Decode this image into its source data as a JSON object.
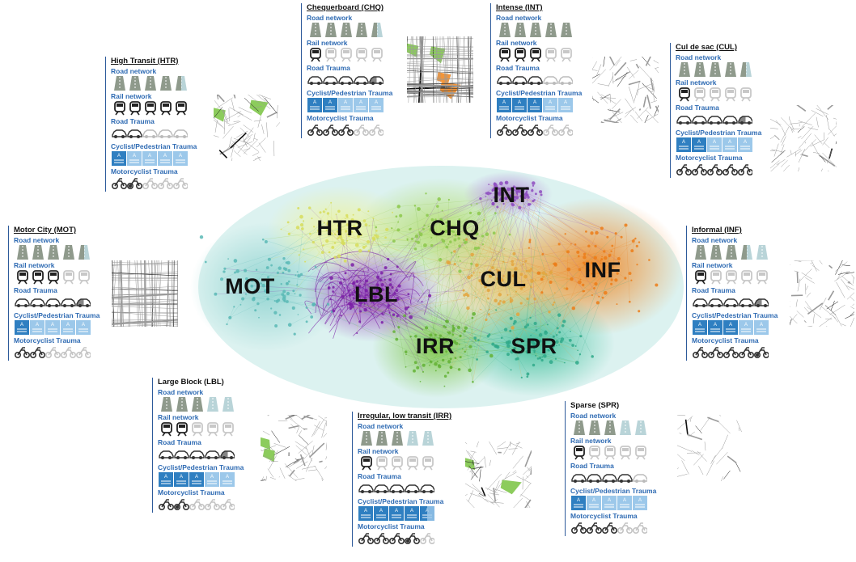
{
  "colors": {
    "accent_blue": "#2f6bb3",
    "panel_rule": "#2d5a9a",
    "road_dark": "#8f9a8c",
    "road_light": "#b9d4d8",
    "rail_dark": "#222222",
    "rail_light": "#c8c8c8",
    "car_dark": "#333333",
    "car_light": "#bbbbbb",
    "ped_dark": "#2f7fc1",
    "ped_light": "#9cc8ea",
    "moto_dark": "#333333",
    "moto_light": "#c4c4c4",
    "cluster_MOT": "#8fd3d0",
    "cluster_HTR": "#e8ee9a",
    "cluster_CHQ": "#a6d96a",
    "cluster_INT": "#b07fd0",
    "cluster_CUL": "#f4a95c",
    "cluster_INF": "#f08a28",
    "cluster_LBL": "#8b2fb0",
    "cluster_IRR": "#7fc64a",
    "cluster_SPR": "#3fbf9a"
  },
  "icons": {
    "road": "road-lane-icon",
    "rail": "train-icon",
    "car": "car-icon",
    "ped": "pedestrian-sign-icon",
    "moto": "motorcycle-icon"
  },
  "row_labels": {
    "road": "Road network",
    "rail": "Rail network",
    "road_trauma": "Road Trauma",
    "ped_trauma": "Cyclist/Pedestrian Trauma",
    "moto_trauma": "Motorcyclist Trauma"
  },
  "clusters": [
    {
      "key": "MOT",
      "label": "MOT"
    },
    {
      "key": "HTR",
      "label": "HTR"
    },
    {
      "key": "CHQ",
      "label": "CHQ"
    },
    {
      "key": "INT",
      "label": "INT"
    },
    {
      "key": "CUL",
      "label": "CUL"
    },
    {
      "key": "INF",
      "label": "INF"
    },
    {
      "key": "LBL",
      "label": "LBL"
    },
    {
      "key": "IRR",
      "label": "IRR"
    },
    {
      "key": "SPR",
      "label": "SPR"
    }
  ],
  "panels": [
    {
      "key": "HTR",
      "title": "High Transit (HTR)",
      "road": 4.5,
      "rail": 5,
      "road_trauma": 2,
      "ped_trauma": 1,
      "moto_trauma": 1.5
    },
    {
      "key": "CHQ",
      "title": "Chequerboard (CHQ)",
      "road": 4.5,
      "rail": 1,
      "road_trauma": 4.5,
      "ped_trauma": 2,
      "moto_trauma": 3
    },
    {
      "key": "INT",
      "title": "Intense (INT)",
      "road": 5,
      "rail": 3,
      "road_trauma": 3,
      "ped_trauma": 3,
      "moto_trauma": 3
    },
    {
      "key": "CUL",
      "title": "Cul de sac (CUL)",
      "road": 4.5,
      "rail": 1,
      "road_trauma": 4.5,
      "ped_trauma": 2,
      "moto_trauma": 5
    },
    {
      "key": "MOT",
      "title": "Motor City (MOT)",
      "road": 4.5,
      "rail": 3,
      "road_trauma": 4.5,
      "ped_trauma": 1,
      "moto_trauma": 2
    },
    {
      "key": "INF",
      "title": "Informal (INF)",
      "road": 3.5,
      "rail": 1,
      "road_trauma": 4.5,
      "ped_trauma": 3,
      "moto_trauma": 4.5
    },
    {
      "key": "LBL",
      "title": "Large Block (LBL)",
      "road": 3,
      "rail": 2,
      "road_trauma": 4.5,
      "ped_trauma": 3,
      "moto_trauma": 1.5
    },
    {
      "key": "IRR",
      "title": "Irregular, low transit (IRR)",
      "road": 3,
      "rail": 1,
      "road_trauma": 5,
      "ped_trauma": 4.5,
      "moto_trauma": 3.5
    },
    {
      "key": "SPR",
      "title": "Sparse (SPR)",
      "road": 3,
      "rail": 1,
      "road_trauma": 4,
      "ped_trauma": 1,
      "moto_trauma": 3
    }
  ]
}
